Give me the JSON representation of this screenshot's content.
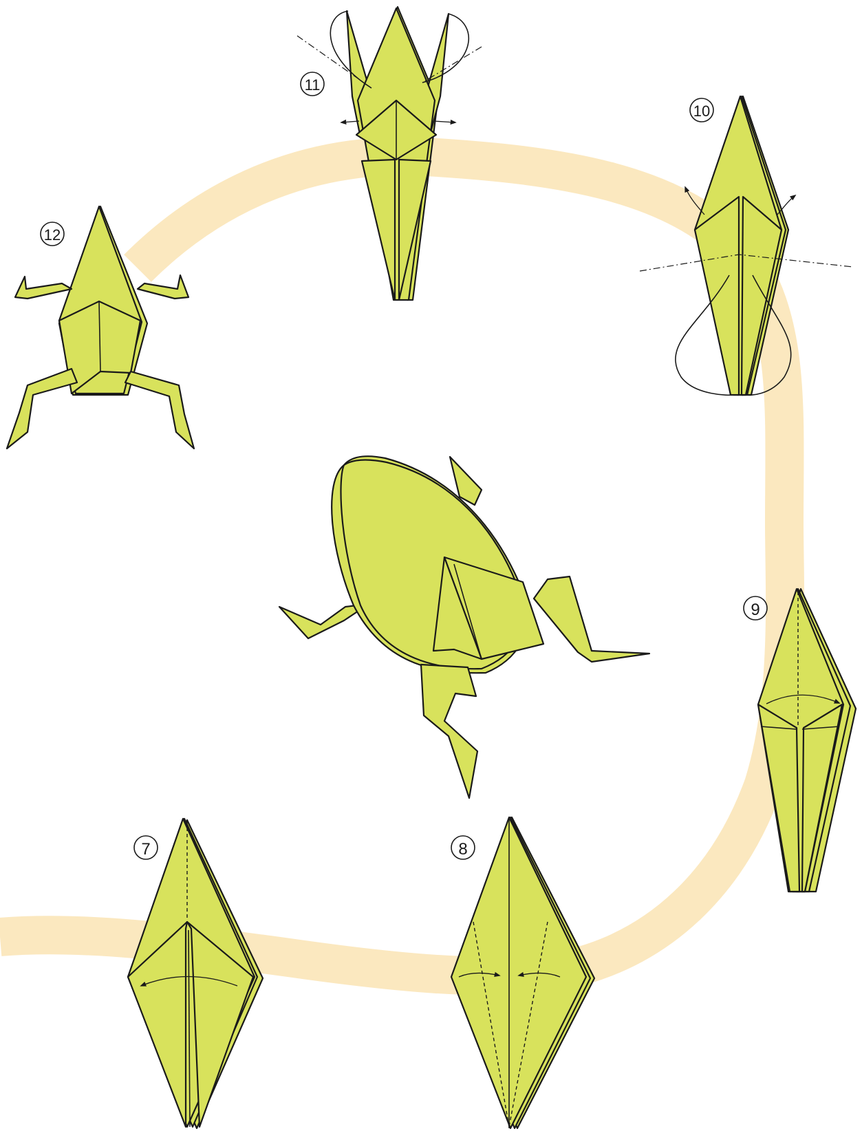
{
  "colors": {
    "paper": "#d8e25c",
    "paper_dark": "#b9c93d",
    "path": "#fbe8bf",
    "line": "#1a1a1a"
  },
  "steps": [
    {
      "id": "7",
      "label": "7"
    },
    {
      "id": "8",
      "label": "8"
    },
    {
      "id": "9",
      "label": "9"
    },
    {
      "id": "10",
      "label": "10"
    },
    {
      "id": "11",
      "label": "11"
    },
    {
      "id": "12",
      "label": "12"
    }
  ]
}
